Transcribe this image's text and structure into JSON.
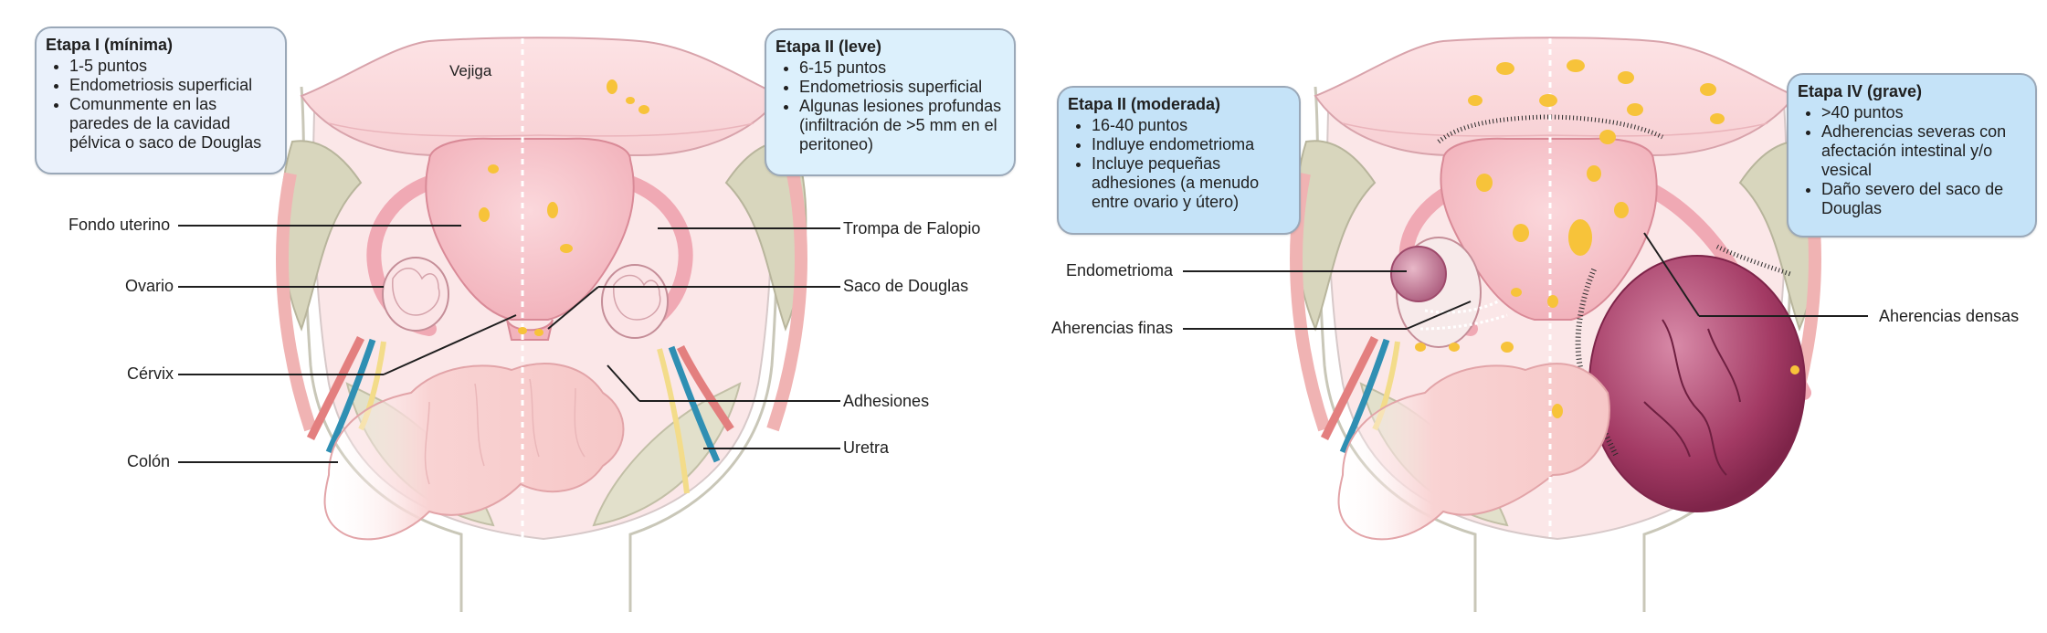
{
  "panels": {
    "left": {
      "stage_boxes": [
        {
          "title": "Etapa I (mínima)",
          "items": [
            "1-5 puntos",
            "Endometriosis superficial",
            "Comunmente en las paredes de la cavidad pélvica o saco de Douglas"
          ]
        },
        {
          "title": "Etapa II (leve)",
          "items": [
            "6-15 puntos",
            "Endometriosis superficial",
            "Algunas lesiones profundas (infiltración de >5 mm en el peritoneo)"
          ]
        }
      ],
      "labels": {
        "vejiga": "Vejiga",
        "fondo_uterino": "Fondo uterino",
        "ovario": "Ovario",
        "cervix": "Cérvix",
        "colon": "Colón",
        "trompa": "Trompa de Falopio",
        "saco_douglas": "Saco de Douglas",
        "adhesiones": "Adhesiones",
        "uretra": "Uretra"
      }
    },
    "right": {
      "stage_boxes": [
        {
          "title": "Etapa II (moderada)",
          "items": [
            "16-40 puntos",
            "Indluye endometrioma",
            "Incluye pequeñas adhesiones (a menudo entre ovario y útero)"
          ]
        },
        {
          "title": "Etapa IV (grave)",
          "items": [
            ">40 puntos",
            "Adherencias severas con afectación intestinal y/o vesical",
            "Daño severo del saco de Douglas"
          ]
        }
      ],
      "labels": {
        "endometrioma": "Endometrioma",
        "aherencias_finas": "Aherencias finas",
        "aherencias_densas": "Aherencias densas"
      }
    }
  },
  "colors": {
    "uterus": "#f6c6cc",
    "uterus_outline": "#d98a97",
    "lesion": "#f7c33a",
    "pelvis_bone": "#d8d6bd",
    "colon": "#f9d3d3",
    "endometrioma": "#a93d67",
    "ureter_blue": "#2f8fb3",
    "ureter_red": "#e37f7f",
    "ureter_yellow": "#f3dc8a"
  }
}
